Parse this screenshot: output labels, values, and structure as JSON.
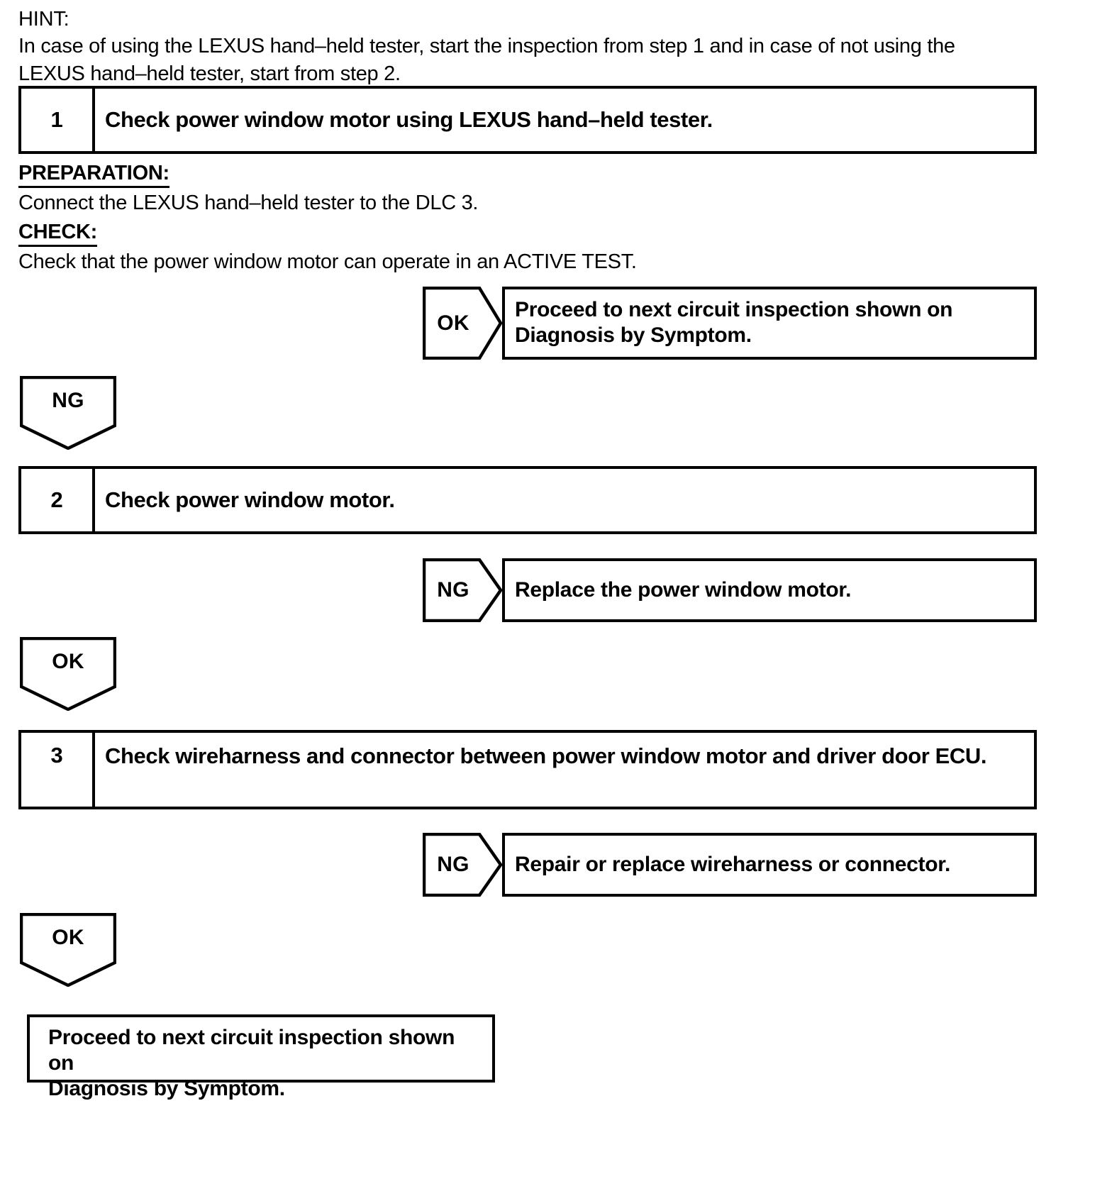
{
  "hint": {
    "label": "HINT:",
    "text": "In case of using the LEXUS hand–held tester, start the inspection from step 1 and in case of not using the LEXUS hand–held tester, start from step 2."
  },
  "steps": [
    {
      "number": "1",
      "title": "Check power window motor using LEXUS hand–held tester."
    },
    {
      "number": "2",
      "title": "Check power window motor."
    },
    {
      "number": "3",
      "title": "Check wireharness and connector between power window motor and driver door ECU."
    }
  ],
  "procedure": {
    "preparation_head": "PREPARATION:",
    "preparation_text": "Connect the LEXUS hand–held tester to the DLC 3.",
    "check_head": "CHECK:",
    "check_text": "Check that the power window motor can operate in an ACTIVE TEST."
  },
  "branches": [
    {
      "judgement": "OK",
      "result_line1": "Proceed to next circuit inspection shown on",
      "result_line2": "Diagnosis by Symptom."
    },
    {
      "judgement": "NG",
      "result_line1": "Replace the power window motor.",
      "result_line2": ""
    },
    {
      "judgement": "NG",
      "result_line1": "Repair or replace wireharness or connector.",
      "result_line2": ""
    }
  ],
  "flow_arrows": [
    {
      "label": "NG"
    },
    {
      "label": "OK"
    },
    {
      "label": "OK"
    }
  ],
  "terminal": {
    "line1": "Proceed to next circuit inspection shown on",
    "line2": "Diagnosis by Symptom."
  },
  "colors": {
    "ink": "#000000",
    "paper": "#ffffff"
  }
}
